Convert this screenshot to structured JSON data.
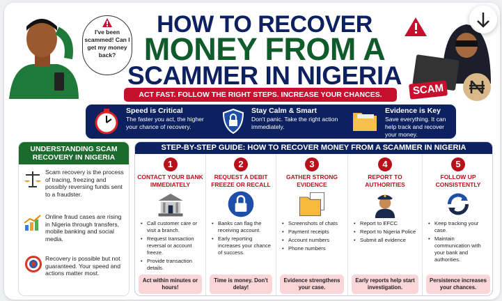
{
  "title": {
    "line1": "HOW TO RECOVER",
    "line2": "MONEY FROM A",
    "line3": "SCAMMER IN NIGERIA",
    "tagline": "ACT FAST. FOLLOW THE RIGHT STEPS. INCREASE YOUR CHANCES."
  },
  "bubble": {
    "text": "I've been scammed! Can I get my money back?"
  },
  "scam_sign": "SCAM",
  "banner": [
    {
      "icon": "stopwatch-icon",
      "title": "Speed is Critical",
      "text": "The faster you act, the higher your chance of recovery."
    },
    {
      "icon": "shield-lock-icon",
      "title": "Stay Calm & Smart",
      "text": "Don't panic. Take the right action immediately."
    },
    {
      "icon": "folder-icon",
      "title": "Evidence is Key",
      "text": "Save everything. It can help track and recover your money."
    }
  ],
  "understanding": {
    "title": "UNDERSTANDING SCAM RECOVERY IN NIGERIA",
    "items": [
      {
        "icon": "scales-icon",
        "text": "Scam recovery is the process of tracing, freezing and possibly reversing funds sent to a fraudster."
      },
      {
        "icon": "rising-chart-icon",
        "text": "Online fraud cases are rising in Nigeria through transfers, mobile banking and social media."
      },
      {
        "icon": "target-icon",
        "text": "Recovery is possible but not guaranteed. Your speed and actions matter most."
      }
    ]
  },
  "guide": {
    "title": "STEP-BY-STEP GUIDE: HOW TO RECOVER MONEY FROM A SCAMMER IN NIGERIA",
    "steps": [
      {
        "num": "1",
        "title": "CONTACT YOUR BANK IMMEDIATELY",
        "icon": "bank-icon",
        "bullets": [
          "Call customer care or visit a branch.",
          "Request transaction reversal or account freeze.",
          "Provide transaction details."
        ],
        "footer": "Act within minutes or hours!"
      },
      {
        "num": "2",
        "title": "REQUEST A DEBIT FREEZE OR RECALL",
        "icon": "lock-icon",
        "bullets": [
          "Banks can flag the receiving account.",
          "Early reporting increases your chance of success."
        ],
        "footer": "Time is money. Don't delay!"
      },
      {
        "num": "3",
        "title": "GATHER STRONG EVIDENCE",
        "icon": "documents-folder-icon",
        "bullets": [
          "Screenshots of chats",
          "Payment receipts",
          "Account numbers",
          "Phone numbers"
        ],
        "footer": "Evidence strengthens your case."
      },
      {
        "num": "4",
        "title": "REPORT TO AUTHORITIES",
        "icon": "police-officer-icon",
        "bullets": [
          "Report to EFCC",
          "Report to Nigeria Police",
          "Submit all evidence"
        ],
        "footer": "Early reports help start investigation."
      },
      {
        "num": "5",
        "title": "FOLLOW UP CONSISTENTLY",
        "icon": "refresh-icon",
        "bullets": [
          "Keep tracking your case.",
          "Maintain communication with your bank and authorities."
        ],
        "footer": "Persistence increases your chances."
      }
    ]
  },
  "colors": {
    "navy": "#0d2160",
    "green": "#0f5b2a",
    "red": "#b5121b",
    "pink": "#fbd6d8"
  }
}
